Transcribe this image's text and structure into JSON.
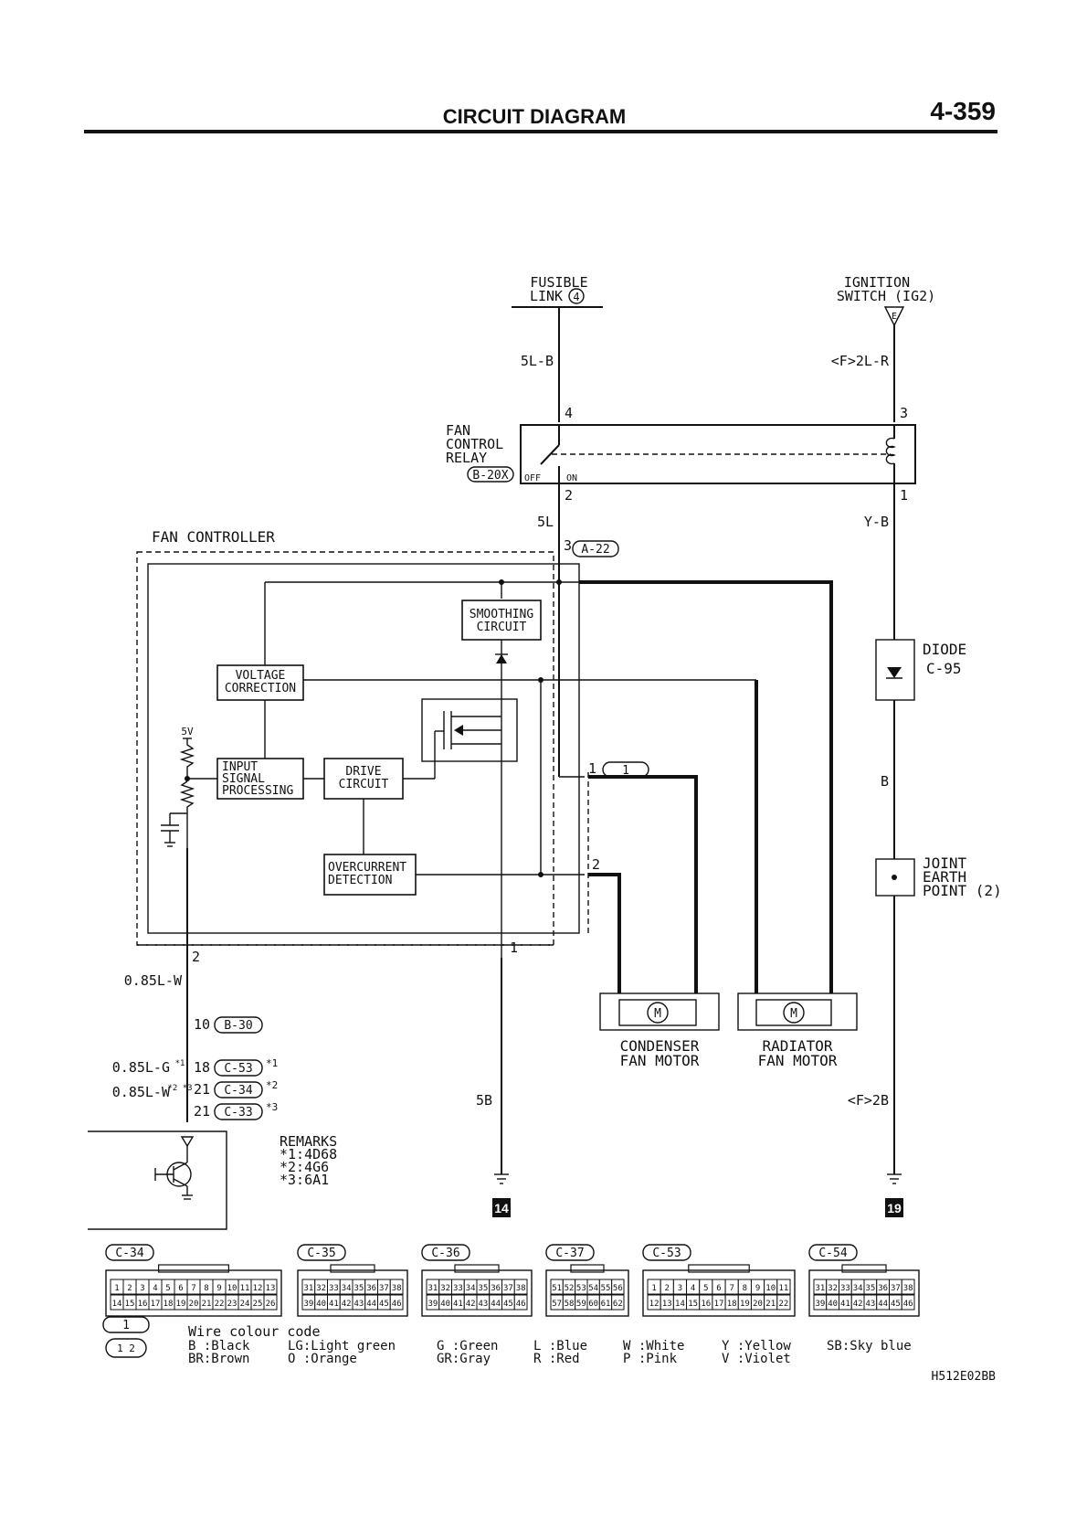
{
  "header": {
    "title": "CIRCUIT DIAGRAM",
    "page_number": "4-359"
  },
  "sources": {
    "fusible_link": {
      "line1": "FUSIBLE",
      "line2": "LINK",
      "num": "4"
    },
    "ignition_switch": {
      "line1": "IGNITION",
      "line2": "SWITCH (IG2)",
      "terminal": "E"
    }
  },
  "wires": {
    "left_top": "5L-B",
    "right_top": "<F>2L-R",
    "left_mid": "5L",
    "right_mid": "Y-B",
    "right_b": "B",
    "ground_wire": "0.85L-W",
    "wire_g1": "0.85L-G",
    "wire_w23": "0.85L-W",
    "left_ground": "5B",
    "right_ground": "<F>2B"
  },
  "relay": {
    "line1": "FAN",
    "line2": "CONTROL",
    "line3": "RELAY",
    "connector": "B-20X",
    "off_label": "OFF",
    "on_label": "ON",
    "pin_tl": "4",
    "pin_tr": "3",
    "pin_bl": "2",
    "pin_br": "1"
  },
  "controller": {
    "title": "FAN CONTROLLER",
    "connector": "A-22",
    "pin_top": "3",
    "smoothing": [
      "SMOOTHING",
      "CIRCUIT"
    ],
    "voltage": [
      "VOLTAGE",
      "CORRECTION"
    ],
    "input": [
      "INPUT",
      "SIGNAL",
      "PROCESSING"
    ],
    "drive": [
      "DRIVE",
      "CIRCUIT"
    ],
    "overcurrent": [
      "OVERCURRENT",
      "DETECTION"
    ],
    "v5": "5V",
    "pin1_right": "1",
    "connector_1": "1",
    "pin2_right": "2",
    "pin_bottom_left": "2",
    "pin_bottom_right": "1"
  },
  "diode": {
    "name": "DIODE",
    "connector": "C-95"
  },
  "joint": {
    "line1": "JOINT",
    "line2": "EARTH",
    "line3": "POINT (2)"
  },
  "motors": {
    "condenser": [
      "CONDENSER",
      "FAN MOTOR"
    ],
    "radiator": [
      "RADIATOR",
      "FAN MOTOR"
    ],
    "symbol": "M"
  },
  "lower_connectors": {
    "c1": {
      "pin": "10",
      "conn": "B-30"
    },
    "c2": {
      "pin": "18",
      "conn": "C-53",
      "mark": "*1"
    },
    "c3": {
      "pin": "21",
      "conn": "C-34",
      "mark": "*2"
    },
    "c4": {
      "pin": "21",
      "conn": "C-33",
      "mark": "*3"
    },
    "star1": "*1",
    "star23": "*2 *3"
  },
  "remarks": {
    "title": "REMARKS",
    "r1": "*1:4D68",
    "r2": "*2:4G6",
    "r3": "*3:6A1"
  },
  "grounds": {
    "left": "14",
    "right": "19"
  },
  "connector_views": [
    {
      "label": "C-34",
      "row1": [
        "1",
        "2",
        "3",
        "4",
        "5",
        "6",
        "7",
        "8",
        "9",
        "10",
        "11",
        "12",
        "13"
      ],
      "row2": [
        "14",
        "15",
        "16",
        "17",
        "18",
        "19",
        "20",
        "21",
        "22",
        "23",
        "24",
        "25",
        "26"
      ]
    },
    {
      "label": "C-35",
      "row1": [
        "31",
        "32",
        "33",
        "34",
        "35",
        "36",
        "37",
        "38"
      ],
      "row2": [
        "39",
        "40",
        "41",
        "42",
        "43",
        "44",
        "45",
        "46"
      ]
    },
    {
      "label": "C-36",
      "row1": [
        "31",
        "32",
        "33",
        "34",
        "35",
        "36",
        "37",
        "38"
      ],
      "row2": [
        "39",
        "40",
        "41",
        "42",
        "43",
        "44",
        "45",
        "46"
      ]
    },
    {
      "label": "C-37",
      "row1": [
        "51",
        "52",
        "53",
        "54",
        "55",
        "56"
      ],
      "row2": [
        "57",
        "58",
        "59",
        "60",
        "61",
        "62"
      ]
    },
    {
      "label": "C-53",
      "row1": [
        "1",
        "2",
        "3",
        "4",
        "5",
        "6",
        "7",
        "8",
        "9",
        "10",
        "11"
      ],
      "row2": [
        "12",
        "13",
        "14",
        "15",
        "16",
        "17",
        "18",
        "19",
        "20",
        "21",
        "22"
      ]
    },
    {
      "label": "C-54",
      "row1": [
        "31",
        "32",
        "33",
        "34",
        "35",
        "36",
        "37",
        "38"
      ],
      "row2": [
        "39",
        "40",
        "41",
        "42",
        "43",
        "44",
        "45",
        "46"
      ]
    }
  ],
  "legend_connector": {
    "label": "1",
    "pins": "1 2"
  },
  "wire_colour_code": {
    "title": "Wire colour code",
    "row1": [
      "B :Black",
      "LG:Light green",
      "G :Green",
      "L :Blue",
      "W :White",
      "Y :Yellow",
      "SB:Sky blue"
    ],
    "row2": [
      "BR:Brown",
      "O :Orange",
      "GR:Gray",
      "R :Red",
      "P :Pink",
      "V :Violet"
    ]
  },
  "figure_code": "H512E02BB"
}
